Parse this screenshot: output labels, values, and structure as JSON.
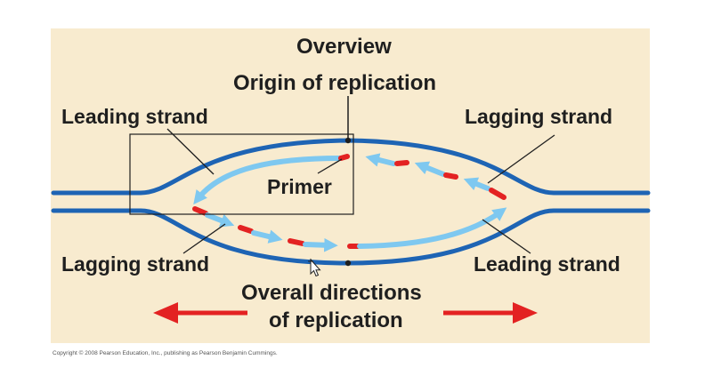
{
  "title": "Overview",
  "labels": {
    "origin": "Origin of replication",
    "leading_left": "Leading strand",
    "lagging_right": "Lagging strand",
    "primer": "Primer",
    "lagging_left": "Lagging strand",
    "leading_right": "Leading strand",
    "directions_line1": "Overall directions",
    "directions_line2": "of replication"
  },
  "footer": "Copyright © 2008 Pearson Education, Inc., publishing as Pearson Benjamin Cummings.",
  "colors": {
    "background": "#f8ebcf",
    "parental_strand": "#1e64b4",
    "new_strand": "#7ec8f0",
    "primer": "#e32222",
    "arrow": "#e32222",
    "text": "#1f1f1f"
  }
}
